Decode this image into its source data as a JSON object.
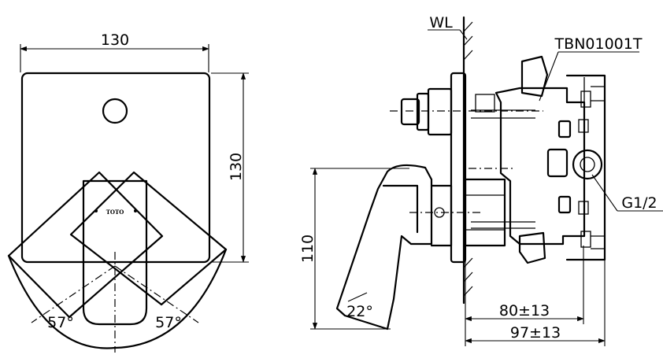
{
  "front_view": {
    "width_label": "130",
    "height_label": "130",
    "angle_left": "57°",
    "angle_right": "57°",
    "logo_text": "TOTO"
  },
  "side_view": {
    "wall_label": "WL",
    "part_number": "TBN01001T",
    "thread_label": "G1/2",
    "height_label": "110",
    "handle_angle": "22°",
    "depth_label_1": "80±13",
    "depth_label_2": "97±13"
  }
}
